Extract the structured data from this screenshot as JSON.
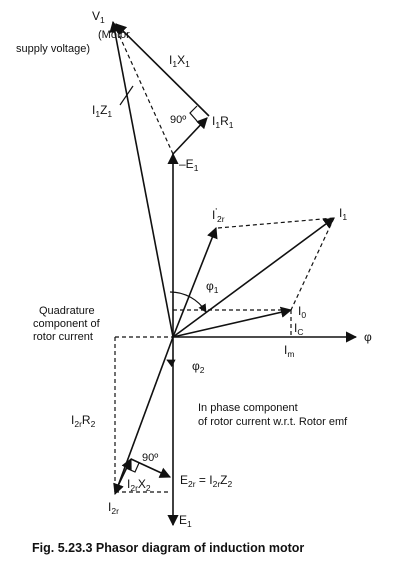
{
  "labels": {
    "v1": {
      "main": "V",
      "sub": "1"
    },
    "motor_supply_1": "(Motor",
    "motor_supply_2": "supply voltage)",
    "i1x1": {
      "a": "I",
      "a_sub": "1",
      "b": "X",
      "b_sub": "1"
    },
    "i1z1": {
      "a": "I",
      "a_sub": "1",
      "b": "Z",
      "b_sub": "1"
    },
    "angle_90_top": "90º",
    "i1r1": {
      "a": "I",
      "a_sub": "1",
      "b": "R",
      "b_sub": "1"
    },
    "neg_e1": {
      "main": "–E",
      "sub": "1"
    },
    "i2r_top": {
      "main": "I",
      "prime": "'",
      "sub": "2r"
    },
    "i1": {
      "main": "I",
      "sub": "1"
    },
    "phi1": {
      "main": "φ",
      "sub": "1"
    },
    "i0": {
      "main": "I",
      "sub": "0"
    },
    "ic": {
      "main": "I",
      "sub": "C"
    },
    "im": {
      "main": "I",
      "sub": "m"
    },
    "phi": "φ",
    "quad_1": "Quadrature",
    "quad_2": "component of",
    "quad_3": "rotor current",
    "phi2": {
      "main": "φ",
      "sub": "2"
    },
    "inphase_1": "In phase component",
    "inphase_2": "of rotor current w.r.t. Rotor emf",
    "i2rr2": {
      "a": "I",
      "a_sub": "2r",
      "b": "R",
      "b_sub": "2"
    },
    "angle_90_bottom": "90º",
    "i2rx2": {
      "a": "I",
      "a_sub": "2r",
      "b": "X",
      "b_sub": "2"
    },
    "e2r_eq": {
      "a": "E",
      "a_sub": "2r",
      "eq": " = I",
      "b_sub": "2r",
      "c": "Z",
      "c_sub": "2"
    },
    "i2r_bottom": {
      "main": "I",
      "sub": "2r"
    },
    "e1": {
      "main": "E",
      "sub": "1"
    }
  },
  "caption": "Fig. 5.23.3 Phasor diagram of induction motor"
}
